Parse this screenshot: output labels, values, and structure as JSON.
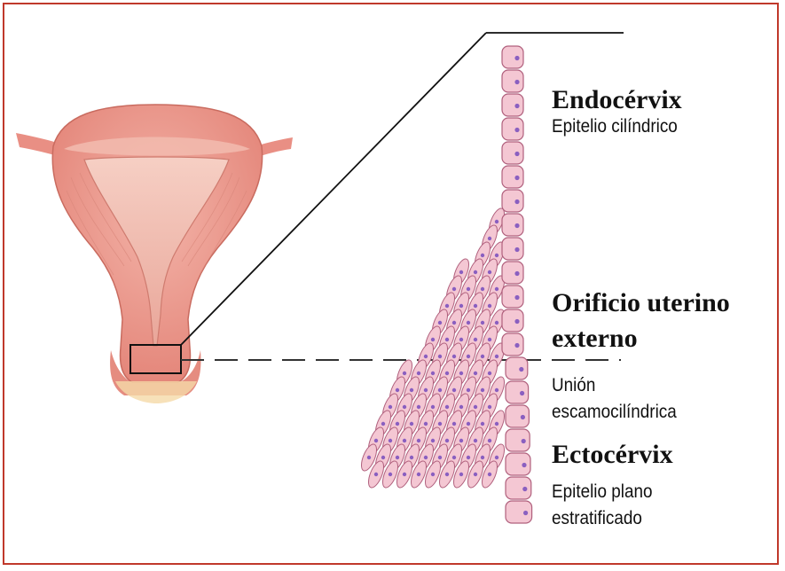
{
  "labels": {
    "endocervix": {
      "title": "Endocérvix",
      "subtitle": "Epitelio cilíndrico"
    },
    "orificio": {
      "line1": "Orificio uterino",
      "line2": "externo"
    },
    "union": {
      "line1": "Unión",
      "line2": "escamocilíndrica"
    },
    "ectocervix": {
      "title": "Ectocérvix",
      "subtitle_line1": "Epitelio plano",
      "subtitle_line2": "estratificado"
    }
  },
  "colors": {
    "frame": "#c0392b",
    "uterus": "#ec9a90",
    "uterus_dark": "#d77468",
    "cell_fill": "#f4c7d3",
    "cell_stroke": "#b0607d",
    "nucleus": "#8a5fc0",
    "line": "#222222"
  }
}
